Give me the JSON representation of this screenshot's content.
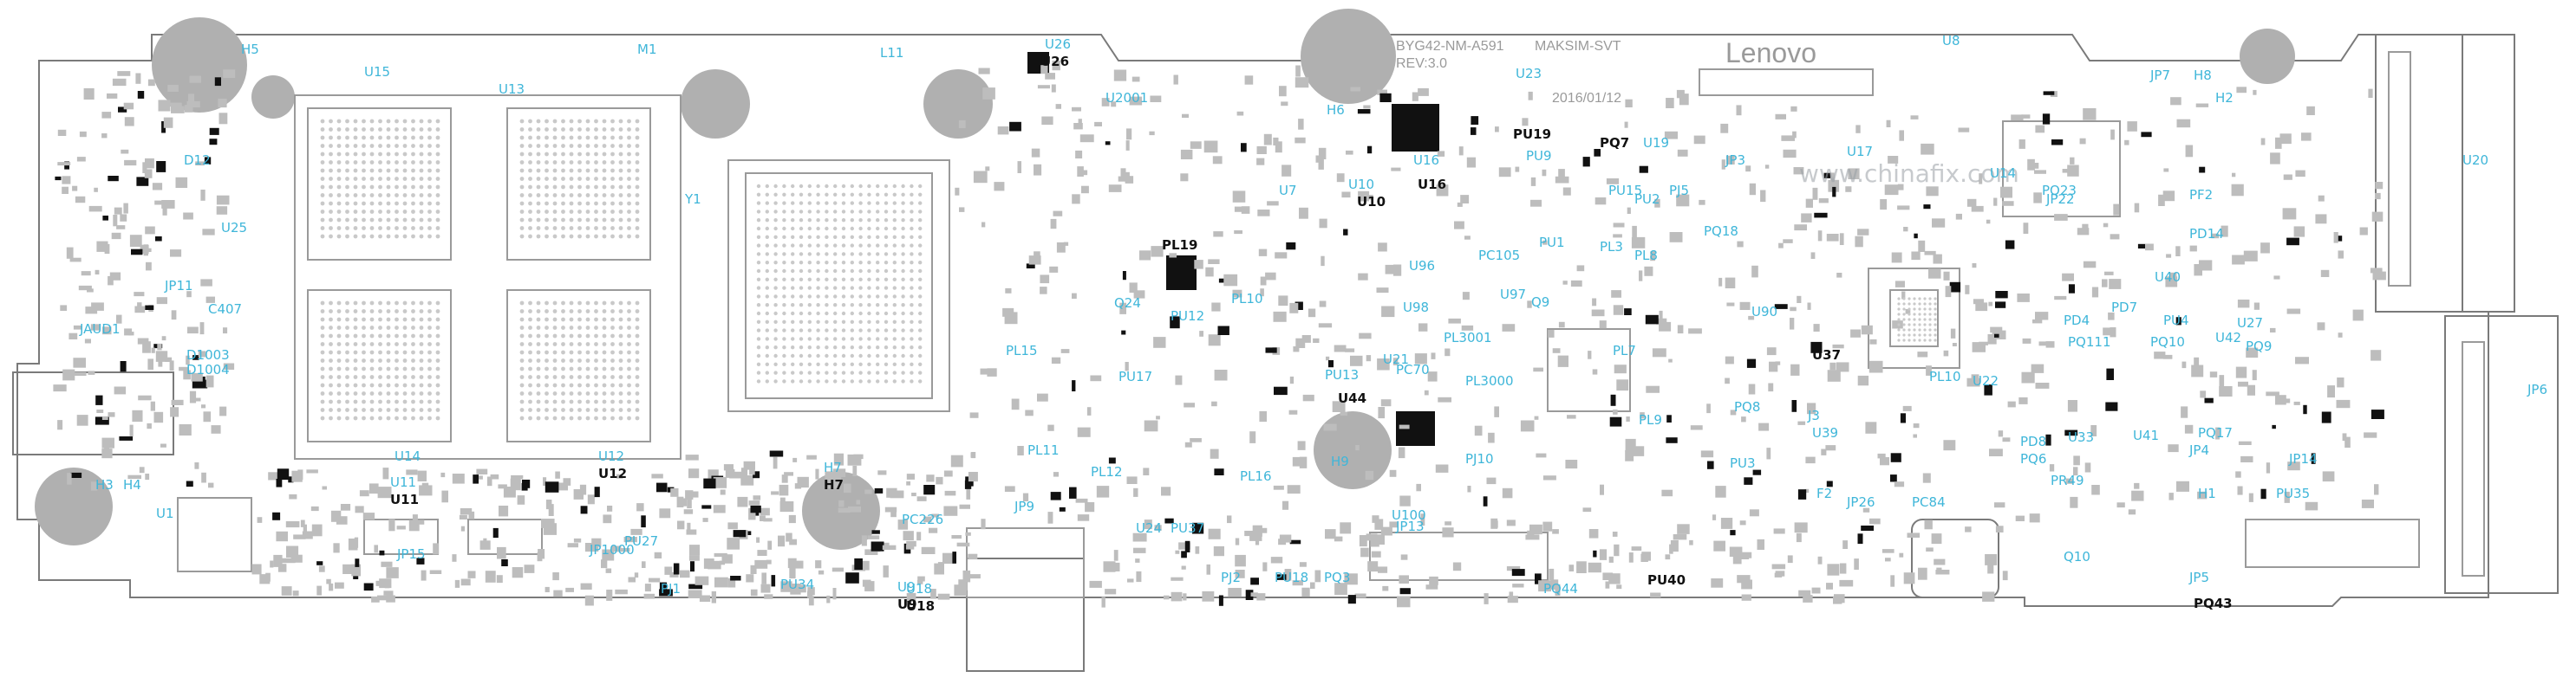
{
  "board": {
    "silkscreen_top": [
      "BYG42-NM-A591",
      "REV:3.0"
    ],
    "project": "MAKSIM-SVT",
    "date": "2016/01/12",
    "brand": "Lenovo",
    "watermark": "www.chinafix.com"
  },
  "colors": {
    "label": "#3fb6d9",
    "component": "#bdbdbd",
    "dark_component": "#111111",
    "outline": "#7a7a7a"
  },
  "labels_blue": [
    "H5",
    "U15",
    "U13",
    "M1",
    "L11",
    "U26",
    "U2001",
    "H6",
    "U23",
    "U8",
    "JP7",
    "H8",
    "H2",
    "D12",
    "U25",
    "Y1",
    "JP11",
    "C407",
    "JAUD1",
    "D1004",
    "D1003",
    "U14",
    "U12",
    "H3",
    "H4",
    "U11",
    "U1",
    "JP15",
    "JP1000",
    "PU27",
    "PJ1",
    "PU34",
    "U9",
    "U18",
    "H7",
    "PC226",
    "JP9",
    "PL11",
    "PL12",
    "PL15",
    "PU17",
    "PU12",
    "PL10",
    "Q24",
    "U24",
    "PU37",
    "PJ2",
    "PU18",
    "PQ3",
    "JP13",
    "PQ44",
    "PL16",
    "H9",
    "U100",
    "PU13",
    "U7",
    "U16",
    "U10",
    "U96",
    "U98",
    "U97",
    "PC70",
    "PL3001",
    "PL3000",
    "PJ10",
    "U21",
    "PC105",
    "PU1",
    "PL3",
    "PL8",
    "PL9",
    "PL7",
    "PU3",
    "F2",
    "JP26",
    "PC84",
    "PL10",
    "U22",
    "J3",
    "U39",
    "PQ8",
    "PU15",
    "PU2",
    "PJ5",
    "PQ18",
    "U90",
    "U19",
    "PU9",
    "U17",
    "JP3",
    "U14",
    "PQ23",
    "JP22",
    "PF2",
    "PD14",
    "U40",
    "PD7",
    "PD4",
    "PQ111",
    "PQ10",
    "PU4",
    "U42",
    "U27",
    "U20",
    "JP6",
    "JP4",
    "H1",
    "U33",
    "PQ6",
    "PR49",
    "PD8",
    "Q10",
    "PQ17",
    "PU35",
    "JP5",
    "JP14",
    "U41",
    "PQ9",
    "Q9"
  ],
  "labels_dark": [
    "U26",
    "U10",
    "U16",
    "PQ7",
    "PQ43",
    "PU40",
    "PU19",
    "U37",
    "U44",
    "U12",
    "PL19",
    "U11",
    "U9",
    "U18",
    "H7"
  ]
}
